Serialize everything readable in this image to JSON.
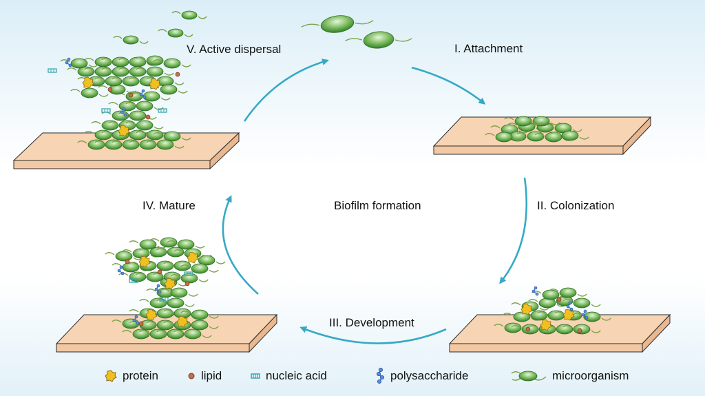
{
  "title": "Biofilm formation",
  "stages": {
    "attachment": "I. Attachment",
    "colonization": "II. Colonization",
    "development": "III. Development",
    "mature": "IV. Mature",
    "dispersal": "V. Active dispersal"
  },
  "legend": {
    "protein": "protein",
    "lipid": "lipid",
    "nucleic_acid": "nucleic acid",
    "polysaccharide": "polysaccharide",
    "microorganism": "microorganism"
  },
  "colors": {
    "arrow": "#35a9c6",
    "substrate": "#f7d4b3",
    "substrate_edge": "#2a2a2a",
    "cell_fill": "#4a9a3a",
    "cell_light": "#d6eecb",
    "flagella": "#7ea34a",
    "protein": "#f0c020",
    "lipid": "#c0704a",
    "nucleic_acid": "#3aa8b0",
    "polysaccharide": "#3a6fc8"
  }
}
